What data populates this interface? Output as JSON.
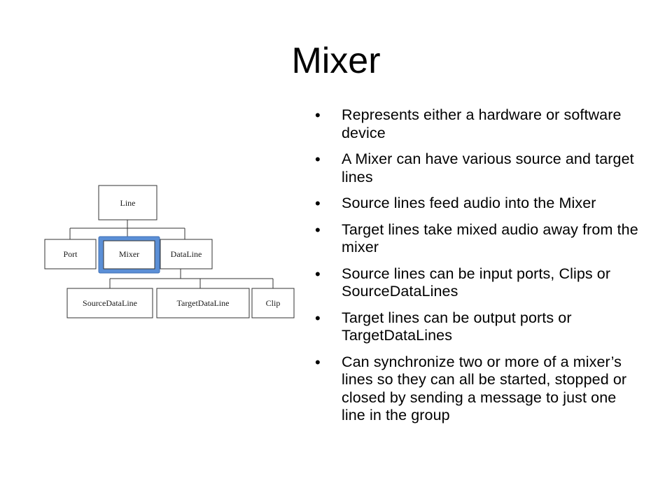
{
  "slide": {
    "title": "Mixer"
  },
  "bullets": [
    "Represents either a hardware or software device",
    "A Mixer can have various source and target lines",
    "Source lines feed audio into the Mixer",
    "Target lines take mixed audio away from the mixer",
    "Source lines can be input ports, Clips or SourceDataLines",
    "Target lines can be output ports or TargetDataLines",
    "Can synchronize two or more of a mixer’s lines so they can all be started, stopped or closed by sending a message to just one line in the group"
  ],
  "diagram": {
    "nodes": {
      "line": "Line",
      "port": "Port",
      "mixer": "Mixer",
      "dataline": "DataLine",
      "sourcedataline": "SourceDataLine",
      "targetdataline": "TargetDataLine",
      "clip": "Clip"
    },
    "highlight_color": "#5b8fd6"
  }
}
